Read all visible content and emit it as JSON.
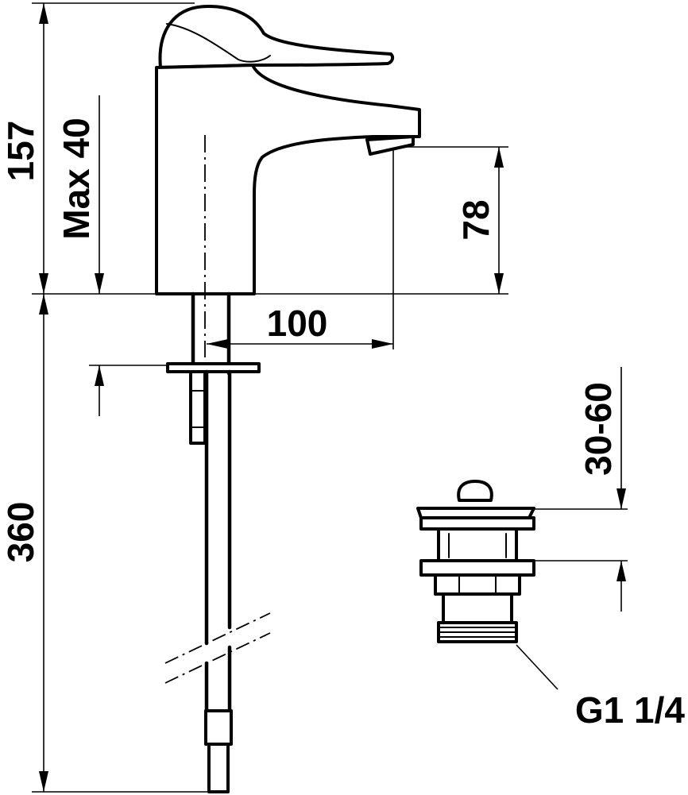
{
  "dimensions": {
    "total_height": "157",
    "max_deck": "Max 40",
    "spout_height": "78",
    "spout_reach": "100",
    "hose_length": "360",
    "drain_range": "30-60",
    "thread": "G1 1/4"
  }
}
